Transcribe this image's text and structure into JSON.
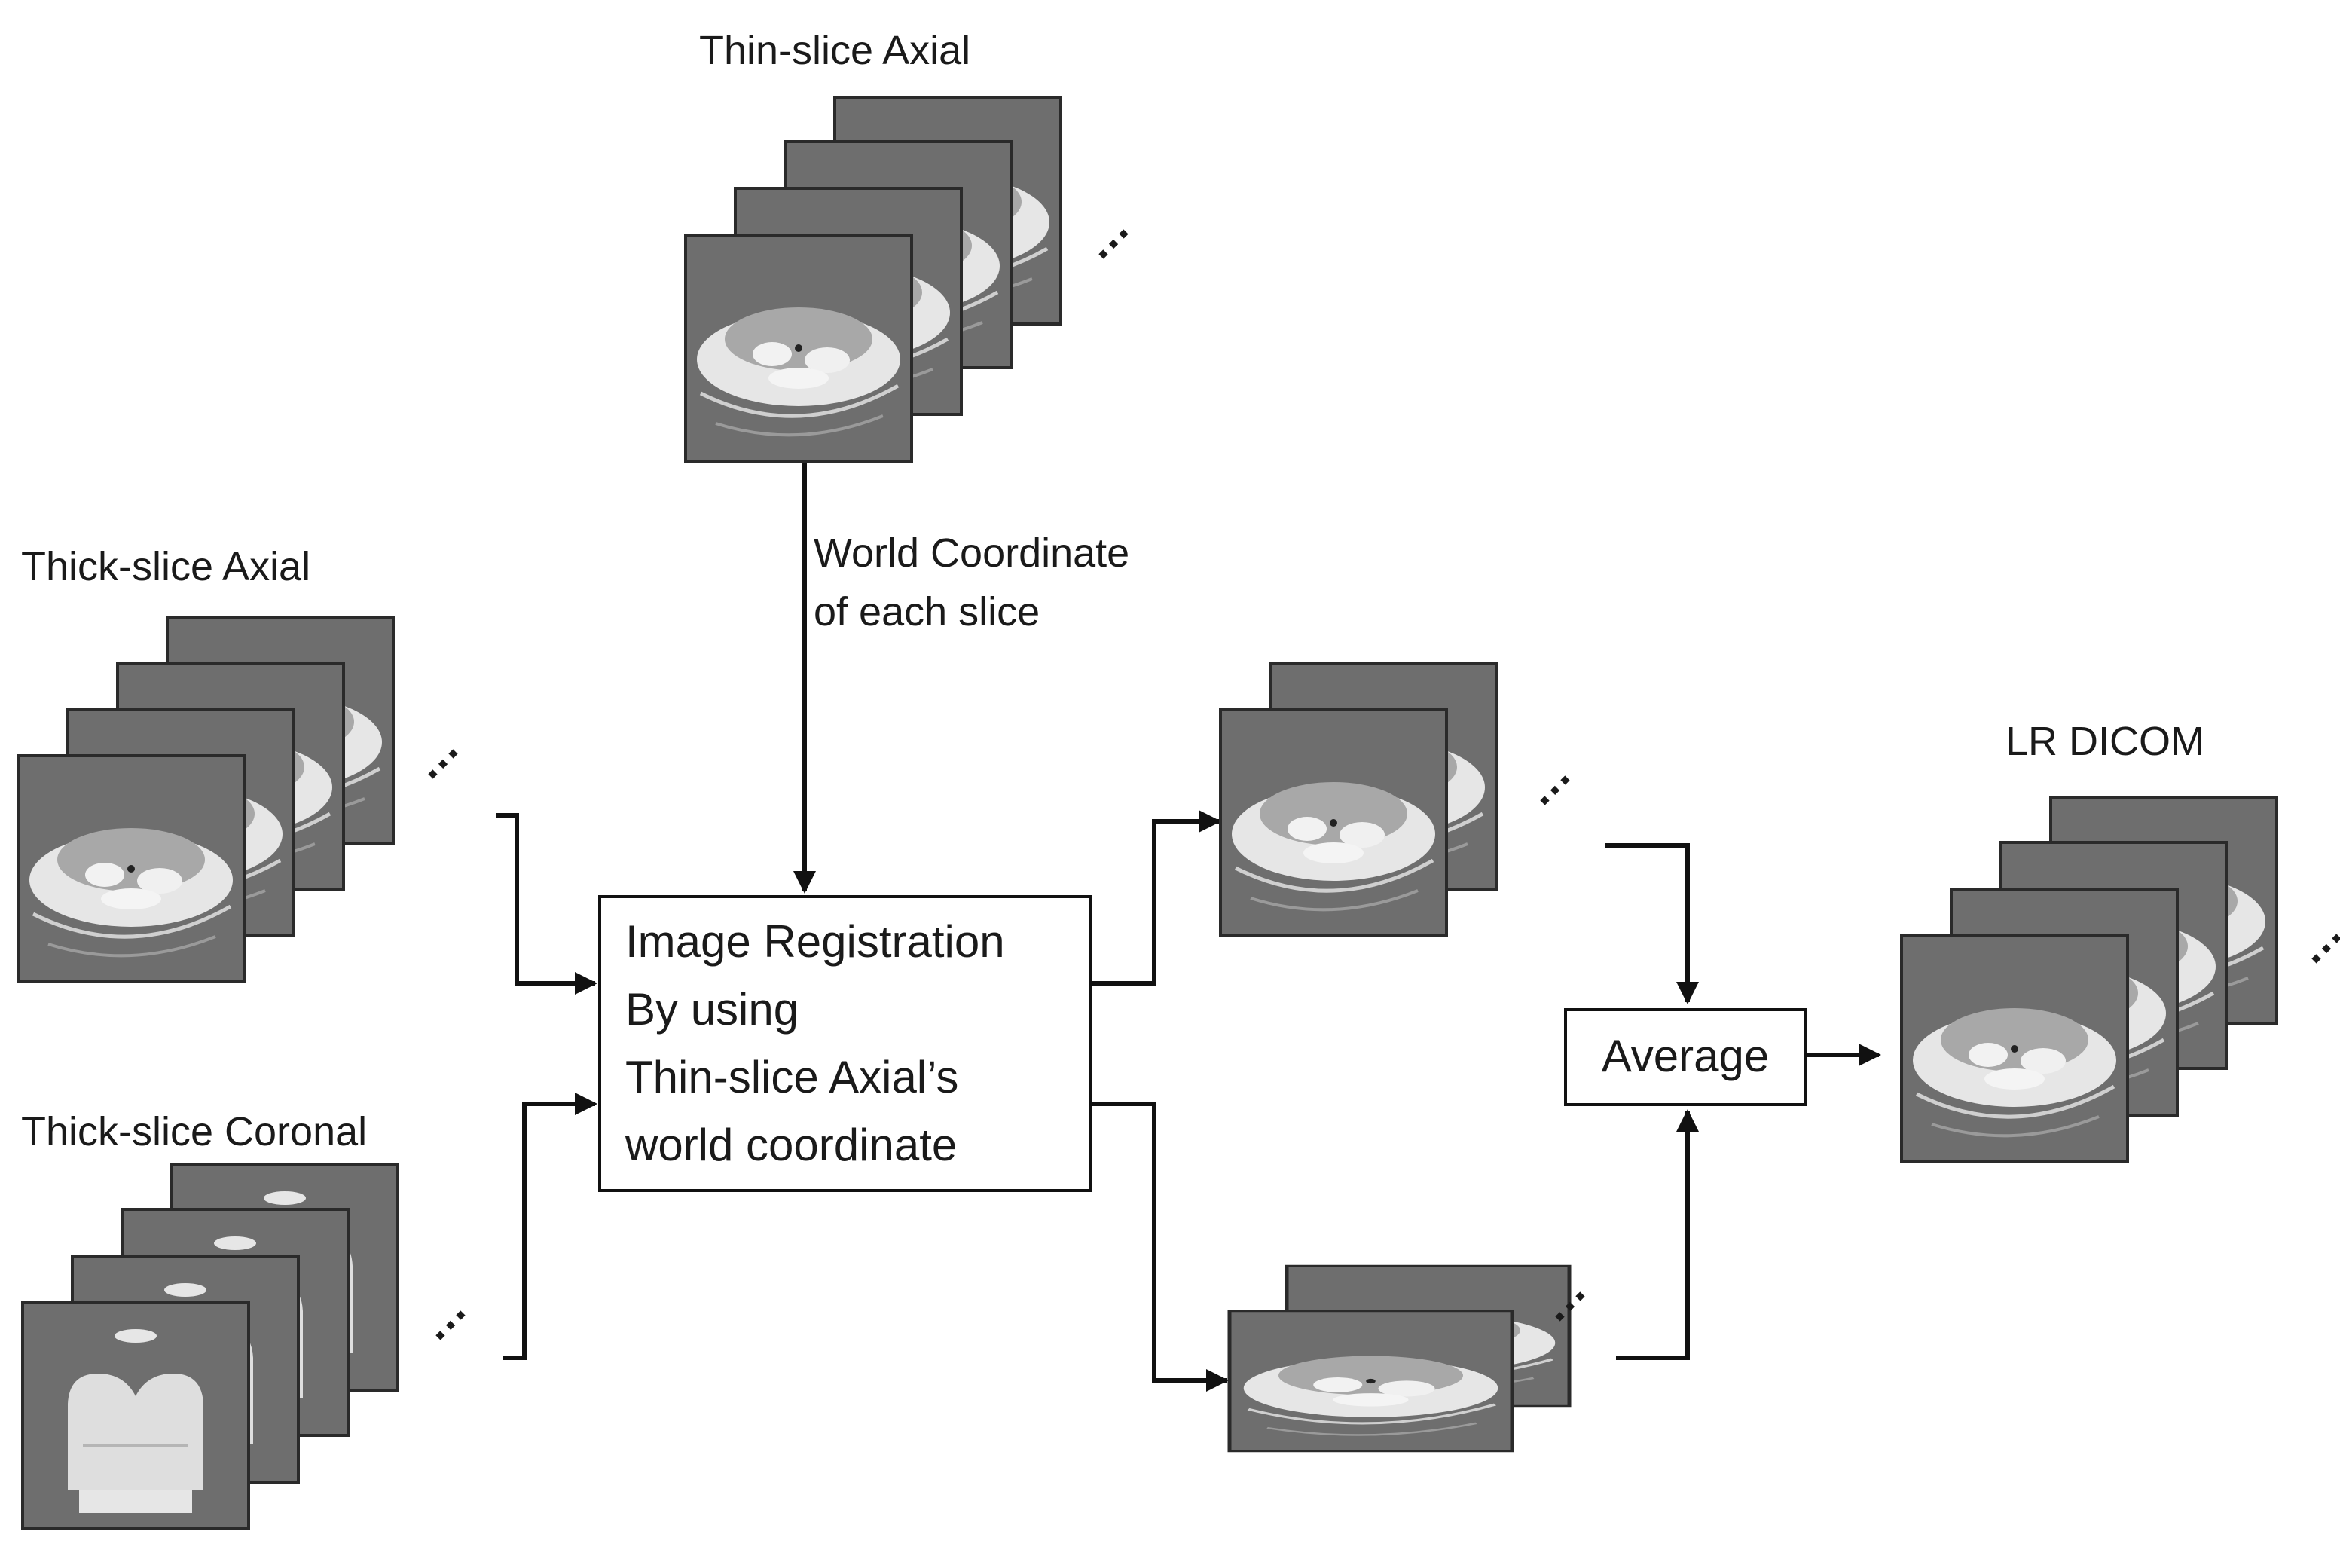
{
  "labels": {
    "thin_axial": "Thin-slice Axial",
    "thick_axial": "Thick-slice Axial",
    "thick_coronal": "Thick-slice Coronal",
    "lr_dicom": "LR DICOM",
    "world_coord_line1": "World Coordinate",
    "world_coord_line2": "of each slice"
  },
  "registration_box": {
    "line1": "Image Registration",
    "line2": "By using",
    "line3": "Thin-slice Axial’s",
    "line4": "world coordinate"
  },
  "average_box": {
    "label": "Average"
  },
  "ellipsis": "…",
  "colors": {
    "line": "#111111",
    "slice_fill": "#6e6e6e",
    "slice_stroke": "#2a2a2a",
    "organ_light": "#e6e6e6",
    "organ_mid": "#a8a8a8"
  }
}
